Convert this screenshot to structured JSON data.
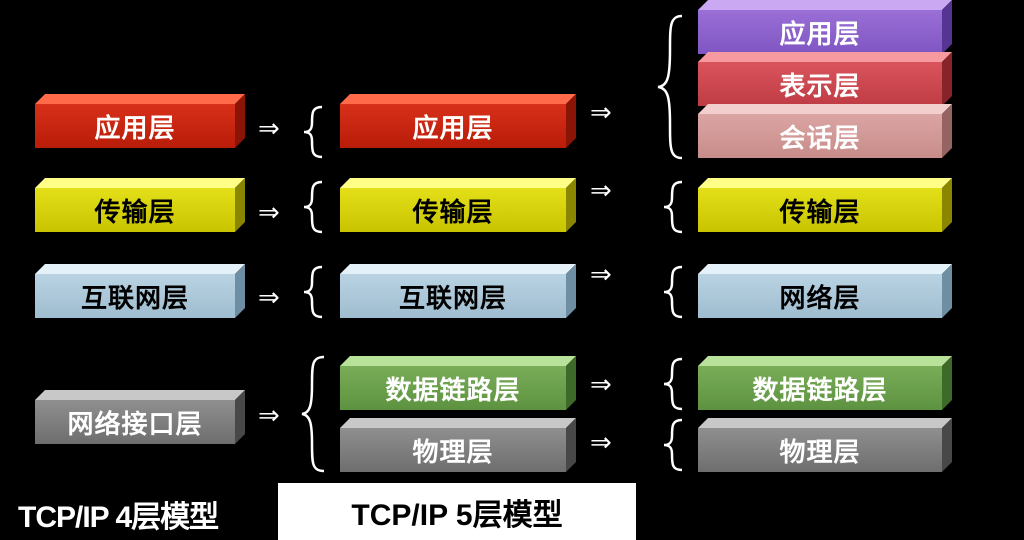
{
  "model4": {
    "layers": [
      "应用层",
      "传输层",
      "互联网层",
      "网络接口层"
    ]
  },
  "model5": {
    "layers": [
      "应用层",
      "传输层",
      "互联网层",
      "数据链路层",
      "物理层"
    ]
  },
  "model7": {
    "layers": [
      "应用层",
      "表示层",
      "会话层",
      "传输层",
      "网络层",
      "数据链路层",
      "物理层"
    ]
  },
  "captions": {
    "left": "TCP/IP 4层模型",
    "right": "TCP/IP 5层模型"
  },
  "colors": {
    "red": "#c8250f",
    "yellow": "#d8d40a",
    "blue": "#aac6d8",
    "gray": "#7d7d7d",
    "green": "#6ba14c",
    "purple": "#8a60cc",
    "pink": "#cc464e",
    "rose": "#d19896"
  }
}
